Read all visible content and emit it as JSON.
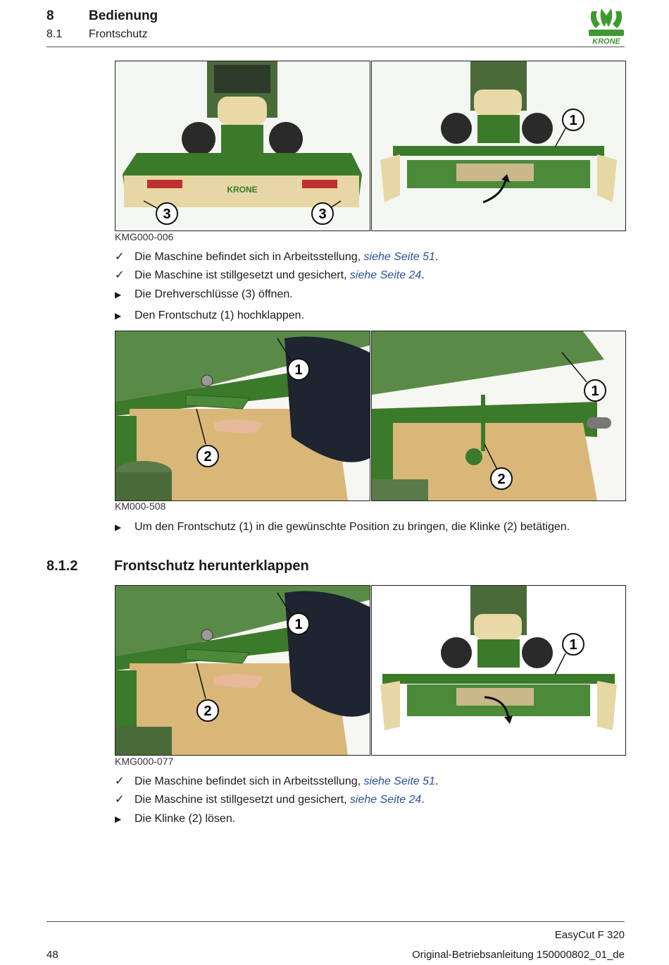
{
  "header": {
    "chapter_number": "8",
    "chapter_title": "Bedienung",
    "section_number": "8.1",
    "section_title": "Frontschutz"
  },
  "logo": {
    "text": "KRONE",
    "color": "#3d9a2e"
  },
  "figure1": {
    "code": "KMG000-006",
    "callouts": [
      "3",
      "3",
      "1"
    ]
  },
  "list1": [
    {
      "type": "check",
      "text": "Die Maschine befindet sich in Arbeitsstellung, ",
      "link": "siehe Seite 51",
      "after": "."
    },
    {
      "type": "check",
      "text": "Die Maschine ist stillgesetzt und gesichert, ",
      "link": "siehe Seite 24",
      "after": "."
    },
    {
      "type": "arrow",
      "text": "Die Drehverschlüsse (3) öffnen."
    },
    {
      "type": "arrow",
      "text": "Den Frontschutz (1) hochklappen."
    }
  ],
  "figure2": {
    "code": "KM000-508",
    "callouts": [
      "1",
      "2",
      "1",
      "2"
    ]
  },
  "list2": [
    {
      "type": "arrow",
      "text": "Um den Frontschutz (1) in die gewünschte Position zu bringen, die Klinke (2) betätigen."
    }
  ],
  "section": {
    "number": "8.1.2",
    "title": "Frontschutz herunterklappen"
  },
  "figure3": {
    "code": "KMG000-077",
    "callouts": [
      "1",
      "2",
      "1"
    ]
  },
  "list3": [
    {
      "type": "check",
      "text": "Die Maschine befindet sich in Arbeitsstellung, ",
      "link": "siehe Seite 51",
      "after": "."
    },
    {
      "type": "check",
      "text": "Die Maschine ist stillgesetzt und gesichert, ",
      "link": "siehe Seite 24",
      "after": "."
    },
    {
      "type": "arrow",
      "text": "Die Klinke (2) lösen."
    }
  ],
  "footer": {
    "product": "EasyCut F 320",
    "page_number": "48",
    "document": "Original-Betriebsanleitung 150000802_01_de"
  },
  "colors": {
    "machine_green": "#3b7a2a",
    "cover_beige": "#e6d7a4",
    "link_blue": "#2a4f9c"
  }
}
